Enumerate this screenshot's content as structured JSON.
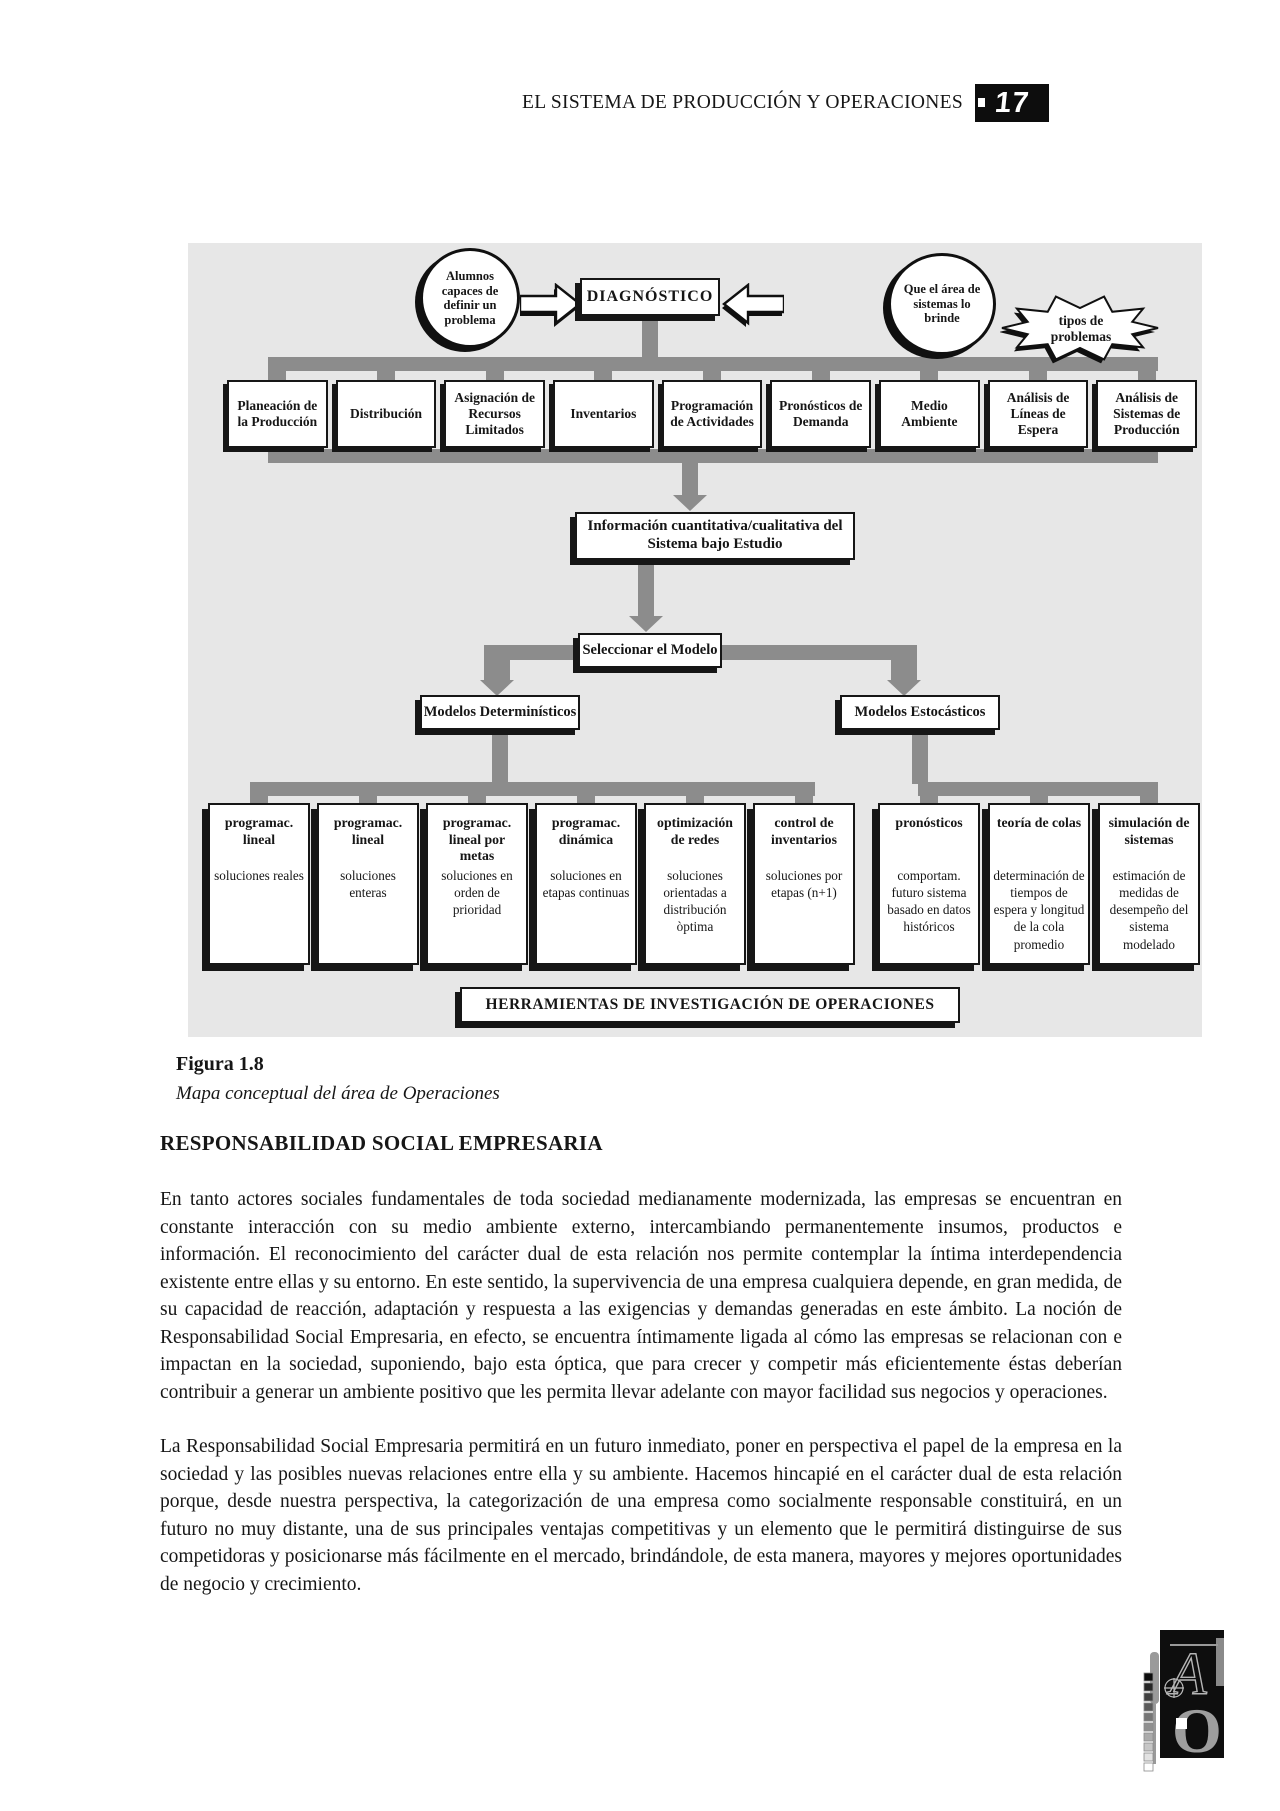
{
  "header": {
    "title": "EL SISTEMA DE PRODUCCIÓN Y OPERACIONES",
    "page_number": "17"
  },
  "diagram": {
    "ellipse_left": "Alumnos capaces de definir un problema",
    "diagnostico": "DIAGNÓSTICO",
    "ellipse_right": "Que el área de sistemas lo brinde",
    "burst": "tipos de problemas",
    "problem_boxes": [
      "Planeación de la Producción",
      "Distribución",
      "Asignación de Recursos Limitados",
      "Inventarios",
      "Programación de Actividades",
      "Pronósticos de Demanda",
      "Medio Ambiente",
      "Análisis de Líneas de Espera",
      "Análisis de Sistemas de Producción"
    ],
    "info_box": "Información cuantitativa/cualitativa del Sistema bajo Estudio",
    "select_model": "Seleccionar el Modelo",
    "deterministic": "Modelos Determinísticos",
    "stochastic": "Modelos Estocásticos",
    "tool_boxes": [
      {
        "title": "programac. lineal",
        "body": "soluciones reales"
      },
      {
        "title": "programac. lineal",
        "body": "soluciones enteras"
      },
      {
        "title": "programac. lineal por metas",
        "body": "soluciones en orden de prioridad"
      },
      {
        "title": "programac. dinámica",
        "body": "soluciones en etapas continuas"
      },
      {
        "title": "optimización de redes",
        "body": "soluciones orientadas a distribución òptima"
      },
      {
        "title": "control de inventarios",
        "body": "soluciones por etapas (n+1)"
      },
      {
        "title": "pronósticos",
        "body": "comportam. futuro sistema basado en datos históricos"
      },
      {
        "title": "teoría de colas",
        "body": "determinación de tiempos de espera y longitud de la cola promedio"
      },
      {
        "title": "simulación de sistemas",
        "body": "estimación de medidas de desempeño del sistema modelado"
      }
    ],
    "footer_box": "HERRAMIENTAS DE INVESTIGACIÓN DE OPERACIONES"
  },
  "figure": {
    "label": "Figura 1.8",
    "caption": "Mapa conceptual del área de Operaciones"
  },
  "section": {
    "heading": "RESPONSABILIDAD SOCIAL EMPRESARIA",
    "paragraph1": "En tanto actores sociales fundamentales de toda sociedad medianamente modernizada, las empresas se encuentran en constante interacción con su medio ambiente externo, intercambiando permanentemente insumos, productos e información. El reconocimiento del carácter dual de esta relación nos permite contemplar la íntima interdependencia existente entre ellas y su entorno. En este sentido, la supervivencia de una empresa cualquiera depende, en gran medida, de su capacidad de reacción, adaptación y respuesta a las exigencias y demandas generadas en este ámbito. La noción de Responsabilidad Social Empresaria, en efecto, se encuentra íntimamente ligada al cómo las empresas se relacionan con e impactan en la sociedad, suponiendo, bajo esta óptica, que para crecer y competir más eficientemente éstas deberían contribuir a generar un ambiente positivo que les permita llevar adelante con mayor facilidad sus negocios y operaciones.",
    "paragraph2": "La Responsabilidad Social Empresaria permitirá en un futuro inmediato, poner en perspectiva el papel de la empresa en la sociedad y las posibles nuevas relaciones entre ella y su ambiente. Hacemos hincapié en el carácter dual de esta relación porque, desde nuestra perspectiva, la categorización de una empresa como socialmente responsable constituirá, en un futuro no muy distante, una de sus principales ventajas competitivas y un elemento que le permitirá distinguirse de sus competidoras y posicionarse más fácilmente en el mercado, brindándole, de esta manera, mayores y mejores oportunidades de negocio y crecimiento."
  },
  "colors": {
    "panel_bg": "#e7e7e7",
    "connector_gray": "#8c8c8c",
    "ink": "#161616"
  }
}
